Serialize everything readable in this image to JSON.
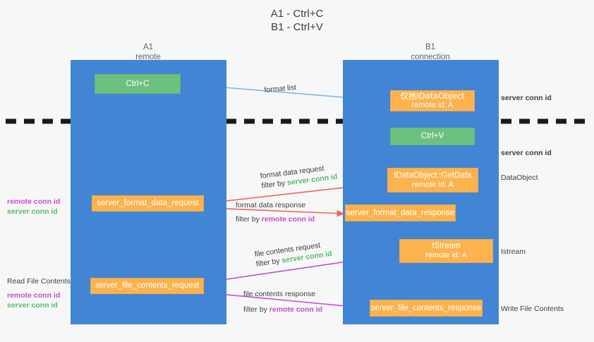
{
  "title": "A1 - Ctrl+C\nB1 - Ctrl+V",
  "columns": {
    "left": "A1\nremote",
    "right": "B1\nconnection"
  },
  "nodes": {
    "ctrl_c": "Ctrl+C",
    "ctrl_v": "Ctrl+V",
    "idataobject": {
      "line1": "仅扡IDataObject",
      "line2": "remote id: A"
    },
    "getdata": {
      "line1": "IDataObject::GetData",
      "line2": "remote id: A"
    },
    "istream": {
      "line1": "IStream",
      "line2": "remote id: A"
    },
    "server_format_data_request": "server_format_data_request",
    "server_format_data_response": "server_format_data_response",
    "server_file_contents_request": "server_file_contents_request",
    "server_file_contents_response": "server_file_contents_response"
  },
  "edges": {
    "format_list": "format list",
    "format_data_request": "format data request",
    "format_data_request_filter_prefix": "filter by ",
    "format_data_request_filter_value": "server conn id",
    "format_data_response": "format data response",
    "format_data_response_filter_prefix": "filter by ",
    "format_data_response_filter_value": "remote conn id",
    "file_contents_request": "file contents request",
    "file_contents_request_filter_prefix": "filter by ",
    "file_contents_request_filter_value": "server conn id",
    "file_contents_response": "file contents response",
    "file_contents_response_filter_prefix": "filter by ",
    "file_contents_response_filter_value": "remote conn id"
  },
  "annotations": {
    "right_server_conn_id_1": "server conn id",
    "right_server_conn_id_2": "server conn id",
    "dataobject": "DataObject",
    "istream": "Istream",
    "write_file_contents": "Write File Contents",
    "read_file_contents": "Read File Contents",
    "remote_conn_id": "remote conn id",
    "server_conn_id": "server conn id"
  },
  "colors": {
    "lane": "#4285d4",
    "green_node": "#6cc17f",
    "orange_node": "#fcb34e",
    "green_text": "#57bb70",
    "magenta_text": "#c14fd0",
    "red_arrow": "#e8685d",
    "blue_arrow": "#7fb7e8",
    "magenta_arrow": "#c14fd0",
    "black_arrow": "#1a1a1a",
    "background": "#f7f7f7"
  }
}
